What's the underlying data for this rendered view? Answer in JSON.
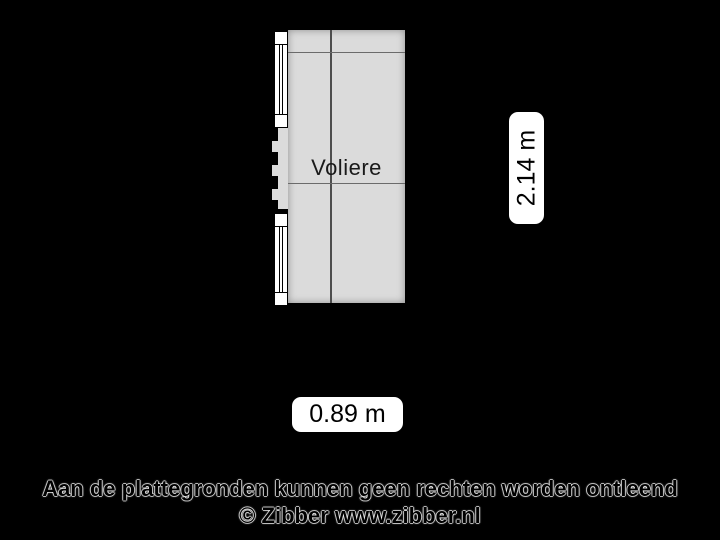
{
  "background_color": "#000000",
  "floor_plan": {
    "room": {
      "label": "Voliere",
      "floor_color": "#dbdbdb",
      "wall_color": "#000000",
      "grid_color": "#555555"
    },
    "dimensions": {
      "height": "2.14 m",
      "width": "0.89 m"
    },
    "features": {
      "window": "window-symbol",
      "open_wall": "dashed-open-wall",
      "door": "door-symbol-with-swing-arc"
    },
    "label_background": "#ffffff"
  },
  "footer": {
    "disclaimer": "Aan de plattegronden kunnen geen rechten worden ontleend",
    "copyright": "© Zibber www.zibber.nl"
  }
}
